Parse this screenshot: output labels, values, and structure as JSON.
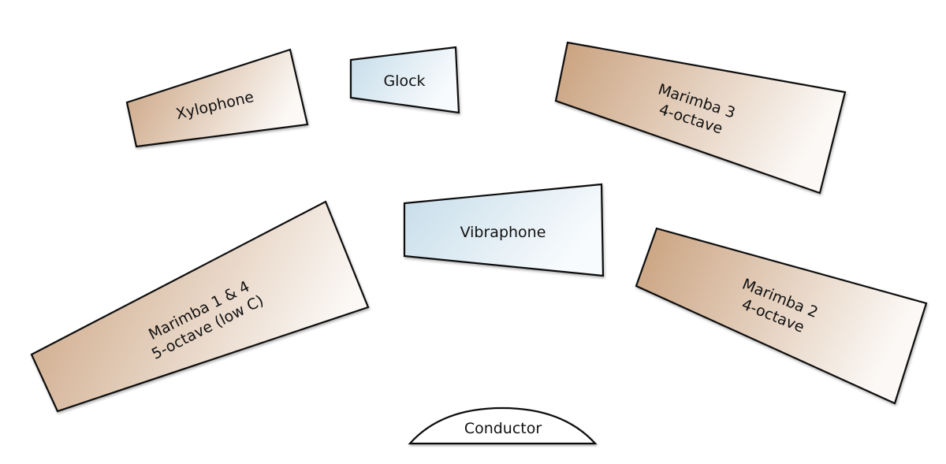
{
  "instruments": {
    "xylophone": {
      "label": [
        "Xylophone"
      ],
      "type": "wood"
    },
    "glock": {
      "label": [
        "Glock"
      ],
      "type": "metal"
    },
    "marimba3": {
      "label": [
        "Marimba 3",
        "4-octave"
      ],
      "type": "wood"
    },
    "vibraphone": {
      "label": [
        "Vibraphone"
      ],
      "type": "metal"
    },
    "marimba14": {
      "label": [
        "Marimba 1 & 4",
        "5-octave (low C)"
      ],
      "type": "wood"
    },
    "marimba2": {
      "label": [
        "Marimba 2",
        "4-octave"
      ],
      "type": "wood"
    }
  },
  "conductor": {
    "label": "Conductor"
  },
  "colors": {
    "wood": "#c9a07c",
    "metal": "#c5dce9",
    "outline": "#111111"
  }
}
